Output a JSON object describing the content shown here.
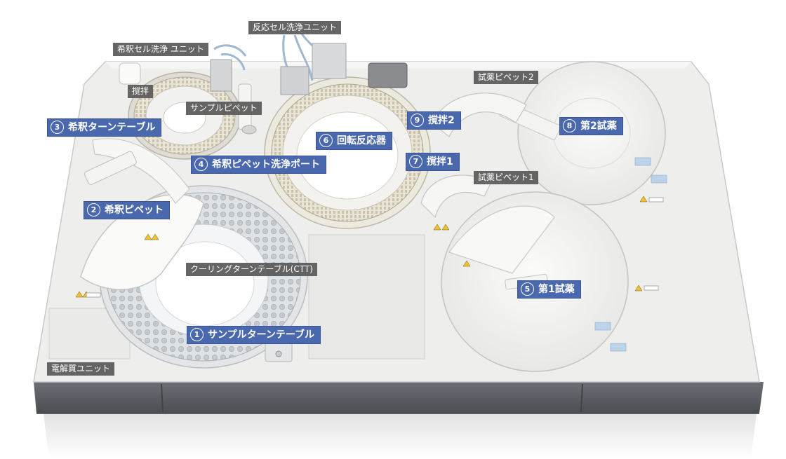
{
  "labels": {
    "reaction_cell_wash_unit": "反応セル洗浄ユニット",
    "dilution_cell_wash_unit": "希釈セル洗浄 ユニット",
    "stir": "撹拌",
    "sample_pipette": "サンプルピペット",
    "reagent_pipette_2": "試薬ピペット2",
    "reagent_pipette_1": "試薬ピペット1",
    "cooling_turntable": "クーリングターンテーブル(CTT)",
    "electrolyte_unit": "電解質ユニット"
  },
  "numbered": [
    {
      "num": "1",
      "text": "サンプルターンテーブル"
    },
    {
      "num": "2",
      "text": "希釈ピペット"
    },
    {
      "num": "3",
      "text": "希釈ターンテーブル"
    },
    {
      "num": "4",
      "text": "希釈ピペット洗浄ポート"
    },
    {
      "num": "5",
      "text": "第1試薬"
    },
    {
      "num": "6",
      "text": "回転反応器"
    },
    {
      "num": "7",
      "text": "撹拌1"
    },
    {
      "num": "8",
      "text": "第2試薬"
    },
    {
      "num": "9",
      "text": "撹拌2"
    }
  ],
  "colors": {
    "label_blue": "#4a68ad",
    "label_dark": "#585858",
    "deck": "#eeeeec",
    "housing": "#5d6066"
  },
  "icons": [
    "warning-triangle-icon"
  ]
}
